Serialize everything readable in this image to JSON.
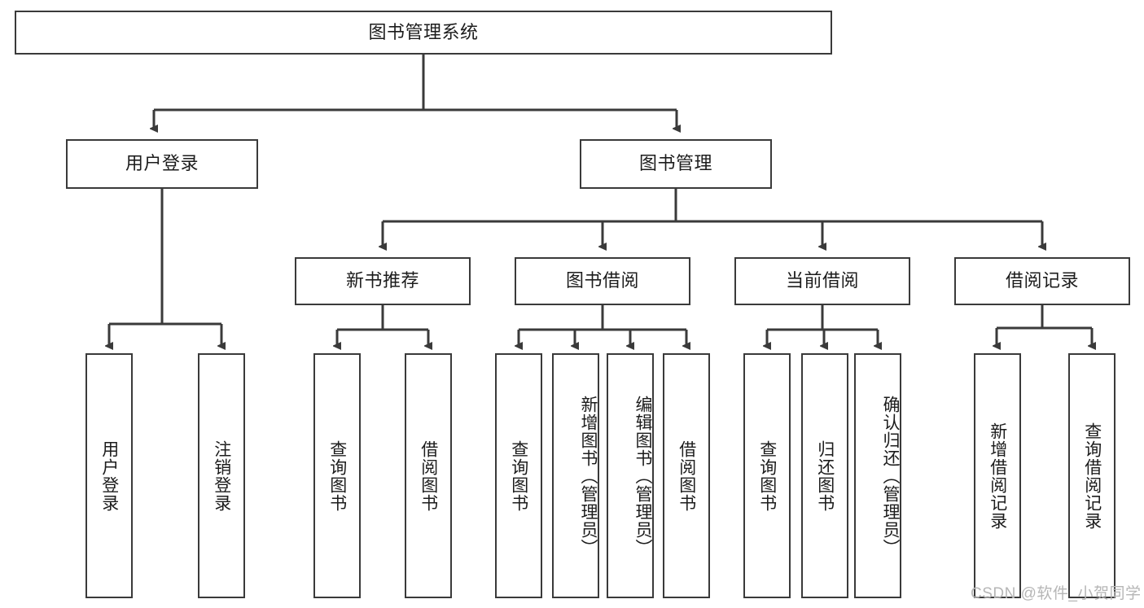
{
  "diagram": {
    "type": "tree-hierarchy-diagram",
    "title": "图书管理系统",
    "orientation": "top-down",
    "colors": {
      "node_border": "#3a3a3a",
      "node_fill": "#ffffff",
      "edge": "#3a3a3a",
      "text": "#1c1c1c",
      "watermark": "#b6b6b6",
      "background": "#ffffff"
    },
    "root": {
      "id": "root",
      "label": "图书管理系统",
      "level": 0
    },
    "level2": [
      {
        "id": "user-login",
        "label": "用户登录",
        "level": 1,
        "parent": "root"
      },
      {
        "id": "book-manage",
        "label": "图书管理",
        "level": 1,
        "parent": "root"
      }
    ],
    "level3": [
      {
        "id": "new-book-rec",
        "label": "新书推荐",
        "level": 2,
        "parent": "book-manage"
      },
      {
        "id": "book-borrow",
        "label": "图书借阅",
        "level": 2,
        "parent": "book-manage"
      },
      {
        "id": "current-borrow",
        "label": "当前借阅",
        "level": 2,
        "parent": "book-manage"
      },
      {
        "id": "borrow-record",
        "label": "借阅记录",
        "level": 2,
        "parent": "book-manage"
      }
    ],
    "leaves": [
      {
        "id": "leaf-user-login",
        "label": "用户登录",
        "level": 3,
        "parent": "user-login"
      },
      {
        "id": "leaf-user-logout",
        "label": "注销登录",
        "level": 3,
        "parent": "user-login"
      },
      {
        "id": "leaf-query-book-1",
        "label": "查询图书",
        "level": 3,
        "parent": "new-book-rec"
      },
      {
        "id": "leaf-borrow-book-1",
        "label": "借阅图书",
        "level": 3,
        "parent": "new-book-rec"
      },
      {
        "id": "leaf-query-book-2",
        "label": "查询图书",
        "level": 3,
        "parent": "book-borrow"
      },
      {
        "id": "leaf-add-book",
        "label": "新增图书（管理员）",
        "level": 3,
        "parent": "book-borrow"
      },
      {
        "id": "leaf-edit-book",
        "label": "编辑图书（管理员）",
        "level": 3,
        "parent": "book-borrow"
      },
      {
        "id": "leaf-borrow-book-2",
        "label": "借阅图书",
        "level": 3,
        "parent": "book-borrow"
      },
      {
        "id": "leaf-query-book-3",
        "label": "查询图书",
        "level": 3,
        "parent": "current-borrow"
      },
      {
        "id": "leaf-return-book",
        "label": "归还图书",
        "level": 3,
        "parent": "current-borrow"
      },
      {
        "id": "leaf-confirm-return",
        "label": "确认归还（管理员）",
        "level": 3,
        "parent": "current-borrow"
      },
      {
        "id": "leaf-add-record",
        "label": "新增借阅记录",
        "level": 3,
        "parent": "borrow-record"
      },
      {
        "id": "leaf-query-record",
        "label": "查询借阅记录",
        "level": 3,
        "parent": "borrow-record"
      }
    ]
  },
  "watermark": {
    "text": "CSDN @软件_小贺同学"
  }
}
